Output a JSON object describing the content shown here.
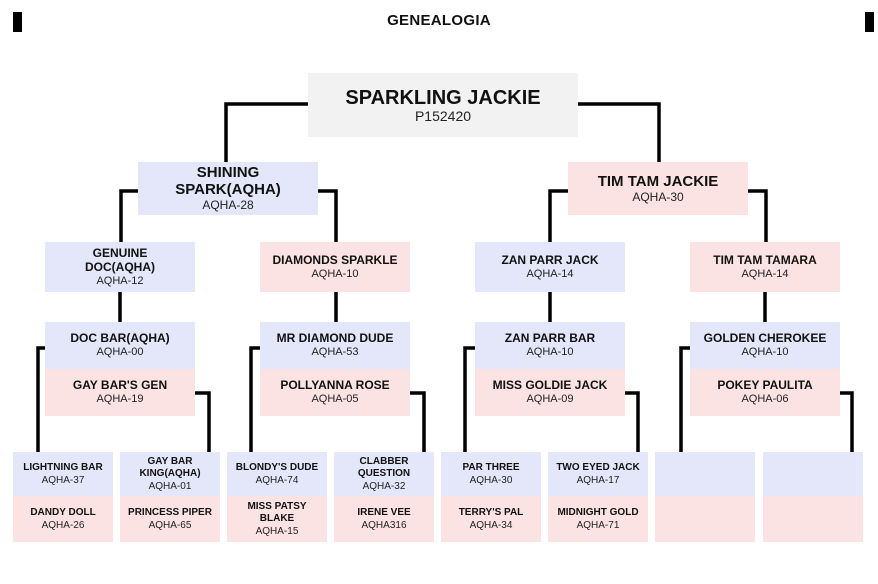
{
  "title": "GENEALOGIA",
  "colors": {
    "sire": "#e4e6fa",
    "dam": "#fbe3e3",
    "subject": "#f2f2f2"
  },
  "root": {
    "name": "SPARKLING JACKIE",
    "id": "P152420"
  },
  "parents": [
    {
      "name": "SHINING SPARK(AQHA)",
      "id": "AQHA-28"
    },
    {
      "name": "TIM TAM JACKIE",
      "id": "AQHA-30"
    }
  ],
  "grandparents": [
    {
      "name": "GENUINE DOC(AQHA)",
      "id": "AQHA-12"
    },
    {
      "name": "DIAMONDS SPARKLE",
      "id": "AQHA-10"
    },
    {
      "name": "ZAN PARR JACK",
      "id": "AQHA-14"
    },
    {
      "name": "TIM TAM TAMARA",
      "id": "AQHA-14"
    }
  ],
  "great_grandparents": [
    {
      "sire": {
        "name": "DOC BAR(AQHA)",
        "id": "AQHA-00"
      },
      "dam": {
        "name": "GAY BAR'S GEN",
        "id": "AQHA-19"
      }
    },
    {
      "sire": {
        "name": "MR DIAMOND DUDE",
        "id": "AQHA-53"
      },
      "dam": {
        "name": "POLLYANNA ROSE",
        "id": "AQHA-05"
      }
    },
    {
      "sire": {
        "name": "ZAN PARR BAR",
        "id": "AQHA-10"
      },
      "dam": {
        "name": "MISS GOLDIE JACK",
        "id": "AQHA-09"
      }
    },
    {
      "sire": {
        "name": "GOLDEN CHEROKEE",
        "id": "AQHA-10"
      },
      "dam": {
        "name": "POKEY PAULITA",
        "id": "AQHA-06"
      }
    }
  ],
  "gen4": [
    {
      "sire": {
        "name": "LIGHTNING BAR",
        "id": "AQHA-37"
      },
      "dam": {
        "name": "DANDY DOLL",
        "id": "AQHA-26"
      }
    },
    {
      "sire": {
        "name": "GAY BAR KING(AQHA)",
        "id": "AQHA-01"
      },
      "dam": {
        "name": "PRINCESS PIPER",
        "id": "AQHA-65"
      }
    },
    {
      "sire": {
        "name": "BLONDY'S DUDE",
        "id": "AQHA-74"
      },
      "dam": {
        "name": "MISS PATSY BLAKE",
        "id": "AQHA-15"
      }
    },
    {
      "sire": {
        "name": "CLABBER QUESTION",
        "id": "AQHA-32"
      },
      "dam": {
        "name": "IRENE VEE",
        "id": "AQHA316"
      }
    },
    {
      "sire": {
        "name": "PAR THREE",
        "id": "AQHA-30"
      },
      "dam": {
        "name": "TERRY'S PAL",
        "id": "AQHA-34"
      }
    },
    {
      "sire": {
        "name": "TWO EYED JACK",
        "id": "AQHA-17"
      },
      "dam": {
        "name": "MIDNIGHT GOLD",
        "id": "AQHA-71"
      }
    },
    {
      "sire": {
        "name": "",
        "id": ""
      },
      "dam": {
        "name": "",
        "id": ""
      }
    },
    {
      "sire": {
        "name": "",
        "id": ""
      },
      "dam": {
        "name": "",
        "id": ""
      }
    }
  ]
}
